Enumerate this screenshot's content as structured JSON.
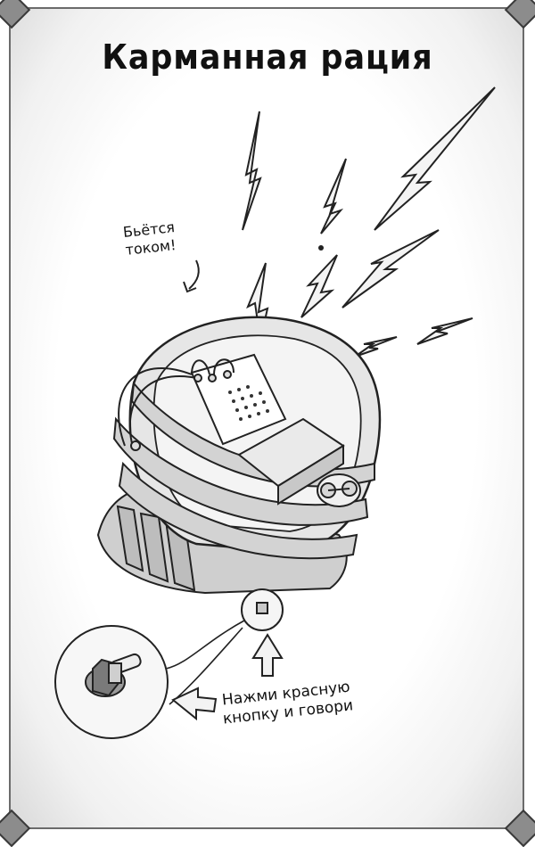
{
  "page": {
    "title": "Карманная рация"
  },
  "annotations": {
    "shock_line1": "Бьётся",
    "shock_line2": "током!",
    "press_line1": "Нажми красную",
    "press_line2": "кнопку и говори"
  },
  "icons": {
    "lightning": "lightning-bolt-icon",
    "arrow": "hand-drawn-arrow-icon",
    "button": "push-button-icon"
  },
  "colors": {
    "ink": "#111111",
    "frame": "#6b6b6b",
    "shade": "#bdbdbd"
  }
}
